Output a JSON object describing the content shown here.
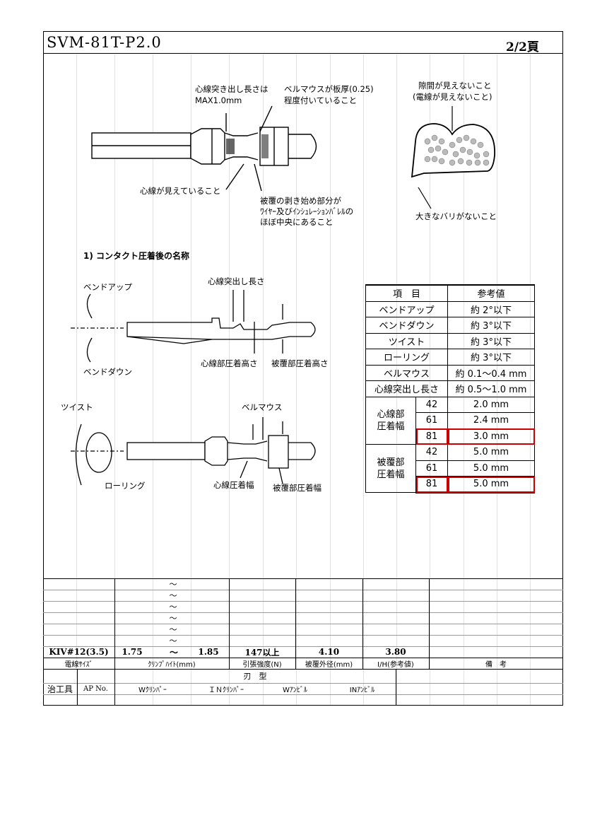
{
  "header": {
    "doc_code": "SVM-81T-P2.0",
    "page": "2/2頁"
  },
  "top_figure": {
    "protrusion_note_1": "心線突き出し長さは",
    "protrusion_note_2": "MAX1.0mm",
    "bellmouth_note_1": "ベルマウスが板厚(0.25)",
    "bellmouth_note_2": "程度付いていること",
    "wire_visible": "心線が見えていること",
    "strip_note_1": "被覆の剥き始め部分が",
    "strip_note_2": "ﾜｲﾔｰ及びｲﾝｼｭﾚｰｼｮﾝﾊﾞﾚﾙの",
    "strip_note_3": "ほぼ中央にあること",
    "gap_note_1": "隙間が見えないこと",
    "gap_note_2": "(電線が見えないこと)",
    "burr_note": "大きなバリがないこと"
  },
  "section_title": "1) コンタクト圧着後の名称",
  "names_figure": {
    "bend_up": "ベンドアップ",
    "bend_down": "ベンドダウン",
    "protrusion_len": "心線突出し長さ",
    "wire_crimp_height": "心線部圧着高さ",
    "ins_crimp_height": "被覆部圧着高さ",
    "twist": "ツイスト",
    "rolling": "ローリング",
    "bellmouth": "ベルマウス",
    "wire_crimp_width": "心線圧着幅",
    "ins_crimp_width": "被覆部圧着幅"
  },
  "ref_table": {
    "col_item": "項　目",
    "col_ref": "参考値",
    "rows": [
      {
        "item": "ベンドアップ",
        "value": "約 2°以下"
      },
      {
        "item": "ベンドダウン",
        "value": "約 3°以下"
      },
      {
        "item": "ツイスト",
        "value": "約 3°以下"
      },
      {
        "item": "ローリング",
        "value": "約 3°以下"
      },
      {
        "item": "ベルマウス",
        "value": "約 0.1～0.4 mm"
      },
      {
        "item": "心線突出し長さ",
        "value": "約 0.5～1.0 mm"
      }
    ],
    "wire_group_1": "心線部",
    "wire_group_2": "圧着幅",
    "wire_rows": [
      {
        "size": "42",
        "value": "2.0 mm"
      },
      {
        "size": "61",
        "value": "2.4 mm"
      },
      {
        "size": "81",
        "value": "3.0 mm"
      }
    ],
    "ins_group_1": "被覆部",
    "ins_group_2": "圧着幅",
    "ins_rows": [
      {
        "size": "42",
        "value": "5.0 mm"
      },
      {
        "size": "61",
        "value": "5.0 mm"
      },
      {
        "size": "81",
        "value": "5.0 mm"
      }
    ]
  },
  "spec": {
    "tilde": "～",
    "wire_size": "KIV#12(3.5)",
    "ch_min": "1.75",
    "ch_max": "1.85",
    "tensile": "147以上",
    "ins_od": "4.10",
    "ih_ref": "3.80"
  },
  "spec_header": {
    "wire_size": "電線ｻｲｽﾞ",
    "crimp_height": "ｸﾘﾝﾌﾟﾊｲﾄ(mm)",
    "tensile": "引張強度(N)",
    "ins_od": "被覆外径(mm)",
    "ih": "I/H(参考値)",
    "remarks": "備　考"
  },
  "tooling": {
    "tool": "治工具",
    "ap_no": "AP No.",
    "blade": "刃　型",
    "w_crimper": "Wｸﾘﾝﾊﾟｰ",
    "in_crimper": "ＩＮｸﾘﾝﾊﾟｰ",
    "w_anvil": "Wｱﾝﾋﾞﾙ",
    "in_anvil": "INｱﾝﾋﾞﾙ"
  }
}
